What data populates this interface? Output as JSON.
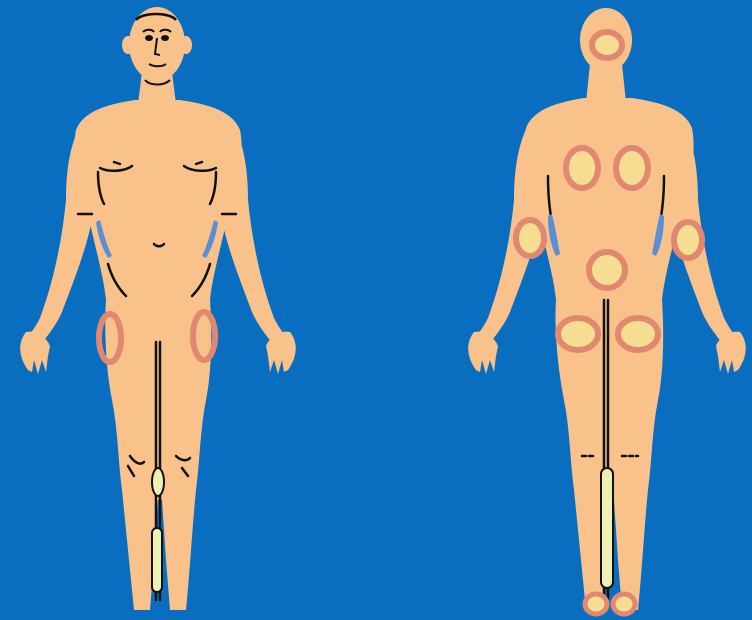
{
  "scene": {
    "background": "#0a6ec0",
    "skin": "#f9c28b",
    "skin_edge": "#f4b07a",
    "outline": "#111111",
    "spot_ring": "#e08870",
    "spot_fill": "#f7dd92",
    "vein": "#eef1b4",
    "shadow_blue": "#5a8fd6"
  },
  "figures": {
    "front": {
      "view": "anterior",
      "marked_spots": [
        "left-thigh",
        "right-thigh"
      ]
    },
    "back": {
      "view": "posterior",
      "marked_spots": [
        "back-of-head",
        "left-shoulder-blade",
        "right-shoulder-blade",
        "left-elbow",
        "right-elbow",
        "lower-back",
        "left-buttock",
        "right-buttock",
        "left-heel",
        "right-heel"
      ]
    }
  }
}
